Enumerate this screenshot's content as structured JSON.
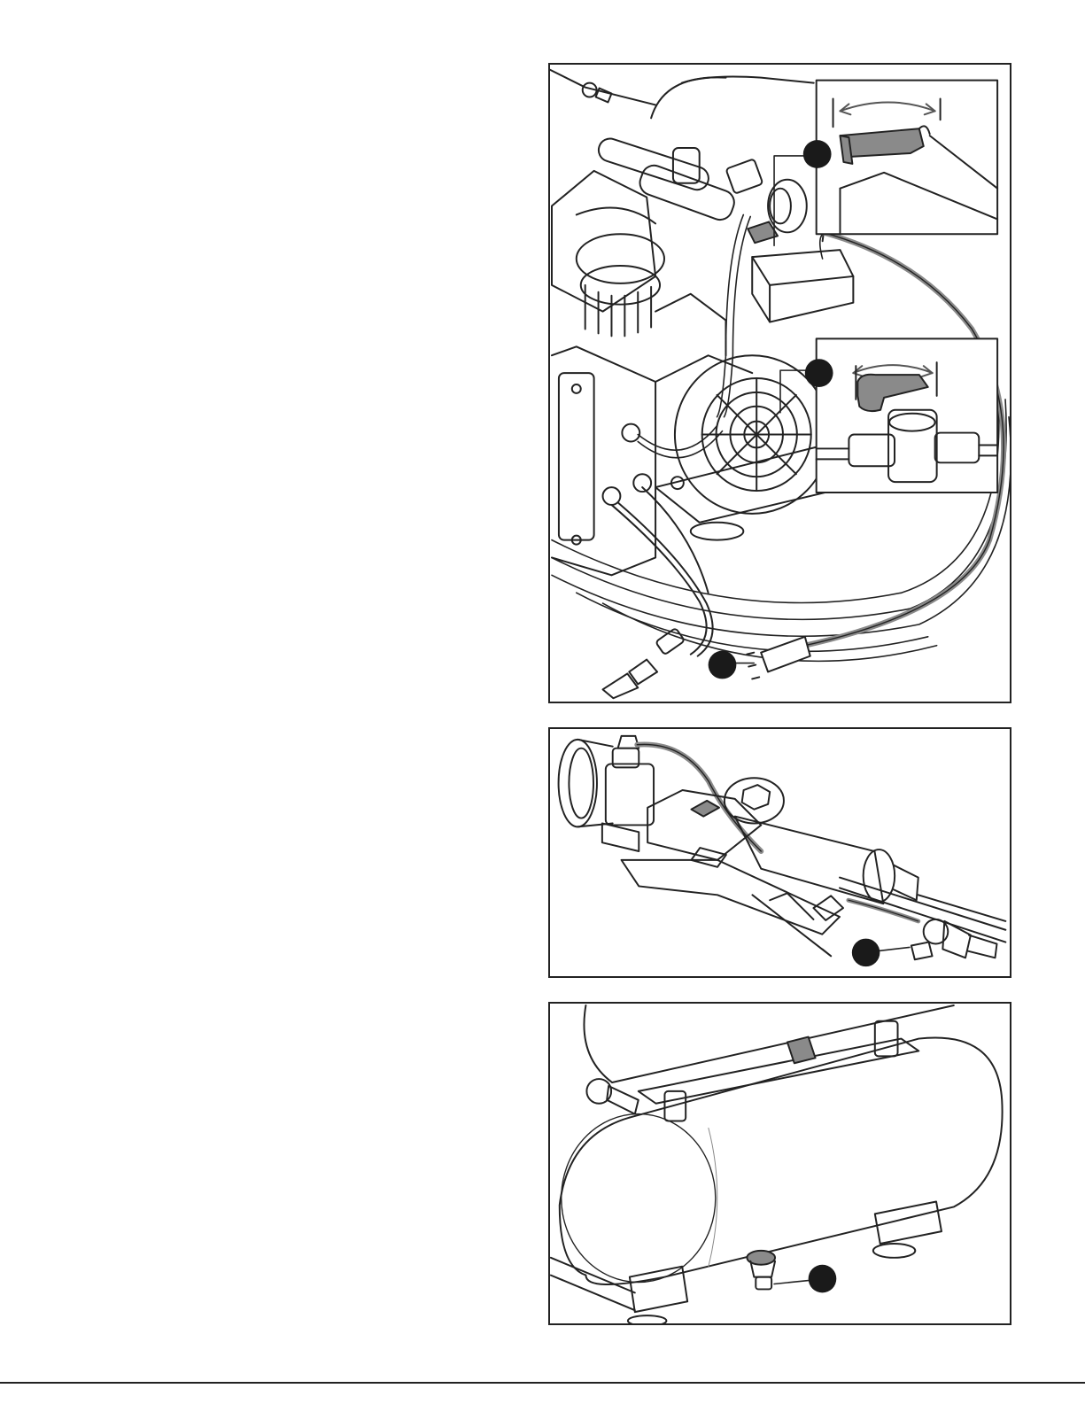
{
  "figures": [
    {
      "name": "compressor-top-view",
      "callouts": 3,
      "insets": 2
    },
    {
      "name": "gauge-regulator-hose",
      "callouts": 1
    },
    {
      "name": "tank-drain-valve",
      "callouts": 1
    }
  ],
  "colors": {
    "line": "#222222",
    "fill": "#ffffff",
    "shade": "#8a8a8a",
    "callout": "#1a1a1a"
  }
}
